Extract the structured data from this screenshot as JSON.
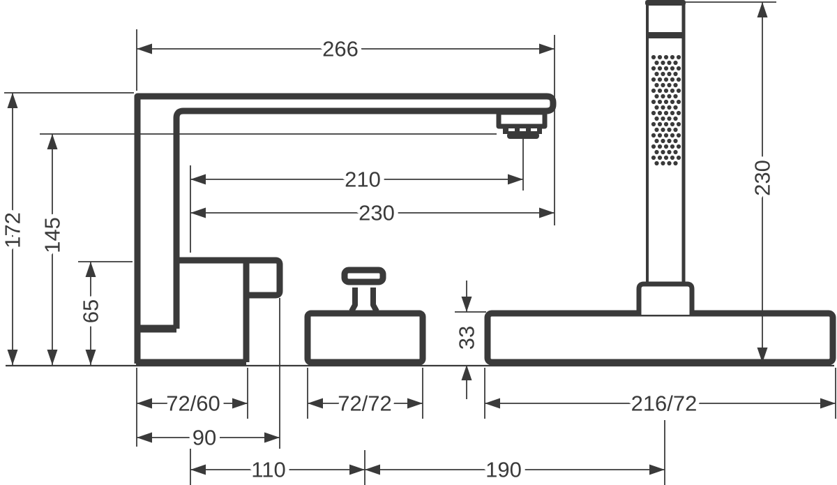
{
  "colors": {
    "line": "#3a3a3a",
    "background": "#ffffff"
  },
  "labels": {
    "spout_reach": "266",
    "aerator_offset": "210",
    "tip_offset": "230",
    "total_height": "172",
    "aerator_height": "145",
    "lever_height": "65",
    "lever_base_plate": "72/60",
    "lever_overall_width": "90",
    "lever_to_knob": "110",
    "knob_base_plate": "72/72",
    "knob_to_handshower": "190",
    "handshower_base_plate": "216/72",
    "base_plate_height": "33",
    "handshower_height": "230"
  }
}
